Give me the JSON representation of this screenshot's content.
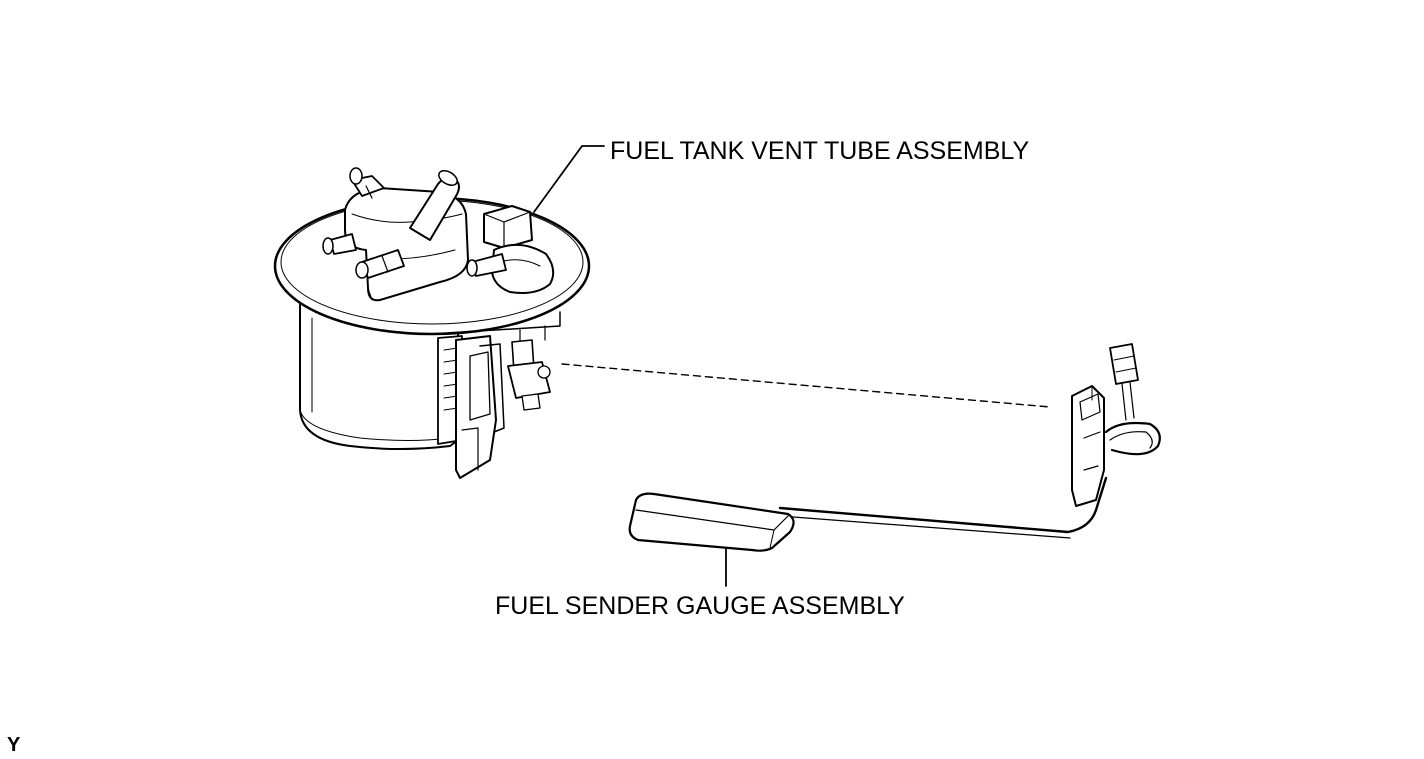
{
  "labels": {
    "vent_tube": "FUEL TANK VENT TUBE ASSEMBLY",
    "sender_gauge": "FUEL SENDER GAUGE ASSEMBLY"
  },
  "figure_code": "Y",
  "colors": {
    "line": "#000000",
    "fill": "#ffffff",
    "shade": "#f2f2f2"
  }
}
